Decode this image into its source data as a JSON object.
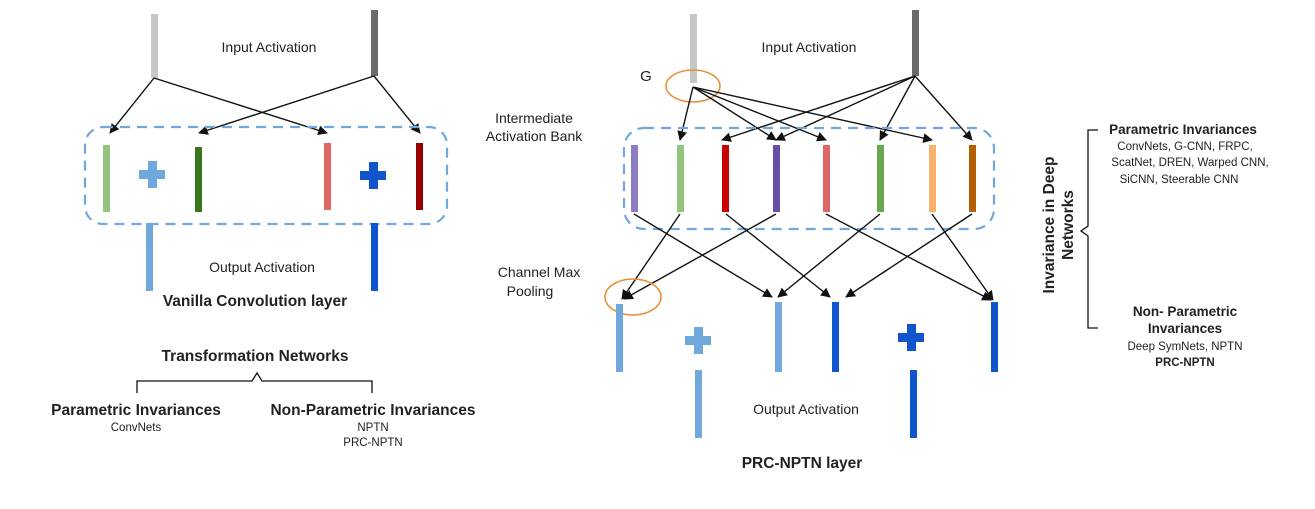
{
  "left_panel": {
    "input_label": "Input Activation",
    "output_label": "Output Activation",
    "caption": "Vanilla Convolution layer",
    "input_colors": [
      "#c6c6c6",
      "#6a6a6a"
    ],
    "bank_colors": [
      "#93c47d",
      "#38761d",
      "#e06666",
      "#990000"
    ],
    "output_colors": [
      "#6fa8dc",
      "#1155cc"
    ]
  },
  "tree": {
    "title": "Transformation Networks",
    "left_branch": {
      "title": "Parametric Invariances",
      "items": [
        "ConvNets"
      ]
    },
    "right_branch": {
      "title": "Non-Parametric Invariances",
      "items": [
        "NPTN",
        "PRC-NPTN"
      ]
    }
  },
  "right_panel": {
    "input_label": "Input Activation",
    "g_label": "G",
    "bank_label": [
      "Intermediate",
      "Activation Bank"
    ],
    "pool_label": [
      "Channel Max",
      "Pooling"
    ],
    "output_label": "Output Activation",
    "caption": "PRC-NPTN layer",
    "input_colors": [
      "#c6c6c6",
      "#6a6a6a"
    ],
    "bank_colors": [
      "#8e7cc3",
      "#93c47d",
      "#cc0000",
      "#674ea7",
      "#e06666",
      "#6aa84f",
      "#f6b26b",
      "#b45f06"
    ],
    "output_colors": [
      "#6fa8dc",
      "#6fa8dc",
      "#1155cc",
      "#1155cc"
    ]
  },
  "side_panel": {
    "vertical_title": [
      "Invariance in Deep",
      "Networks"
    ],
    "parametric": {
      "title": "Parametric Invariances",
      "items": [
        "ConvNets, G-CNN, FRPC,",
        "ScatNet, DREN, Warped CNN,",
        "SiCNN,  Steerable CNN"
      ]
    },
    "nonparametric": {
      "title": [
        "Non- Parametric",
        "Invariances"
      ],
      "items": [
        "Deep SymNets, NPTN"
      ],
      "bold_item": "PRC-NPTN"
    }
  }
}
